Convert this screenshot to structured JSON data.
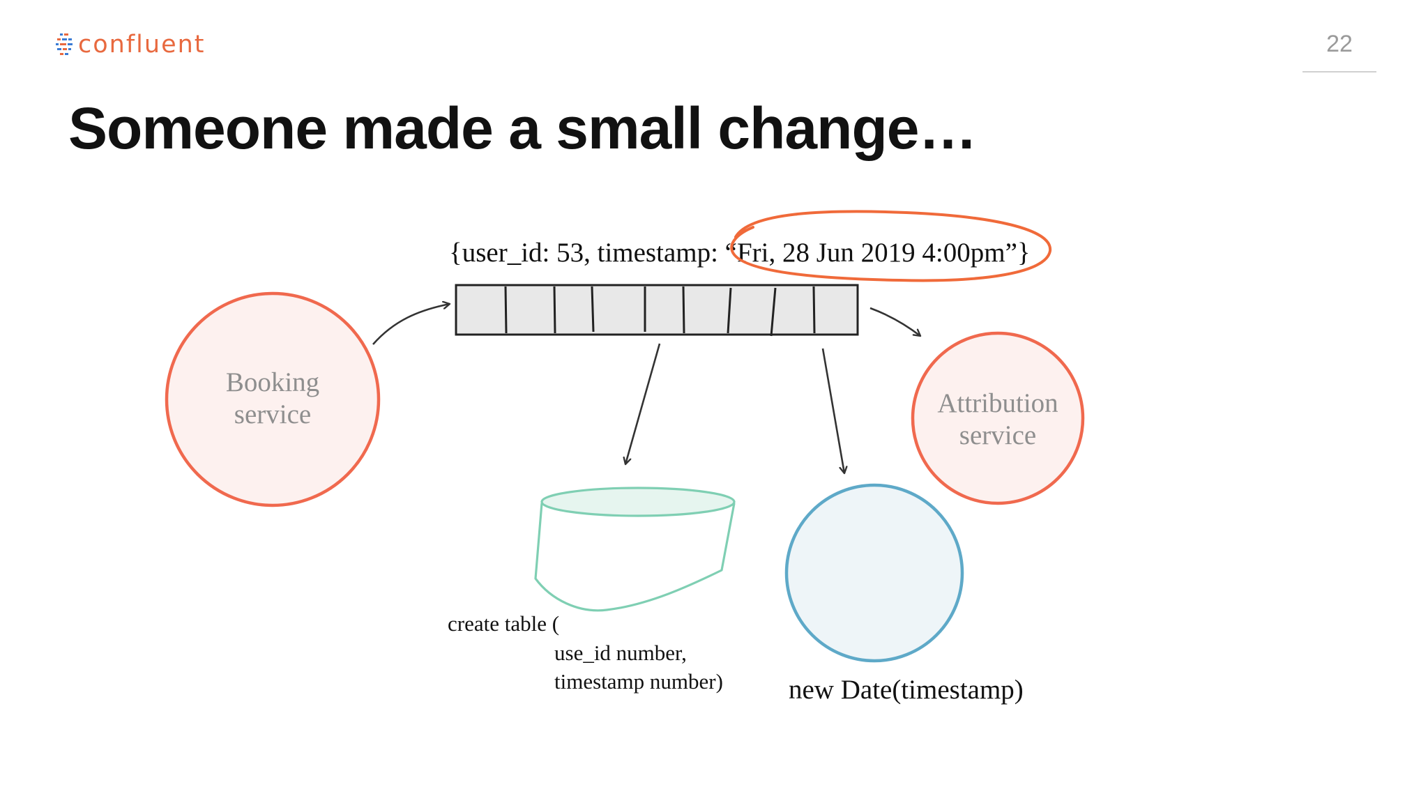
{
  "header": {
    "logo_text": "confluent",
    "page_number": "22"
  },
  "title": "Someone made a small change…",
  "diagram": {
    "event_text": "{user_id: 53, timestamp: “Fri, 28 Jun 2019 4:00pm”}",
    "booking_service": {
      "line1": "Booking",
      "line2": "service"
    },
    "attribution_service": {
      "line1": "Attribution",
      "line2": "service"
    },
    "table_code": {
      "line1": "create table (",
      "line2": "use_id number,",
      "line3": "timestamp number)"
    },
    "date_code": "new Date(timestamp)",
    "colors": {
      "service_circle": "#f0694e",
      "service_fill": "#fdf1ef",
      "highlight_ellipse": "#f06a3a",
      "database": "#7fcfb3",
      "consumer_circle": "#5ea9c8",
      "consumer_fill": "#eef5f8",
      "topic_fill": "#e8e8e8"
    }
  }
}
